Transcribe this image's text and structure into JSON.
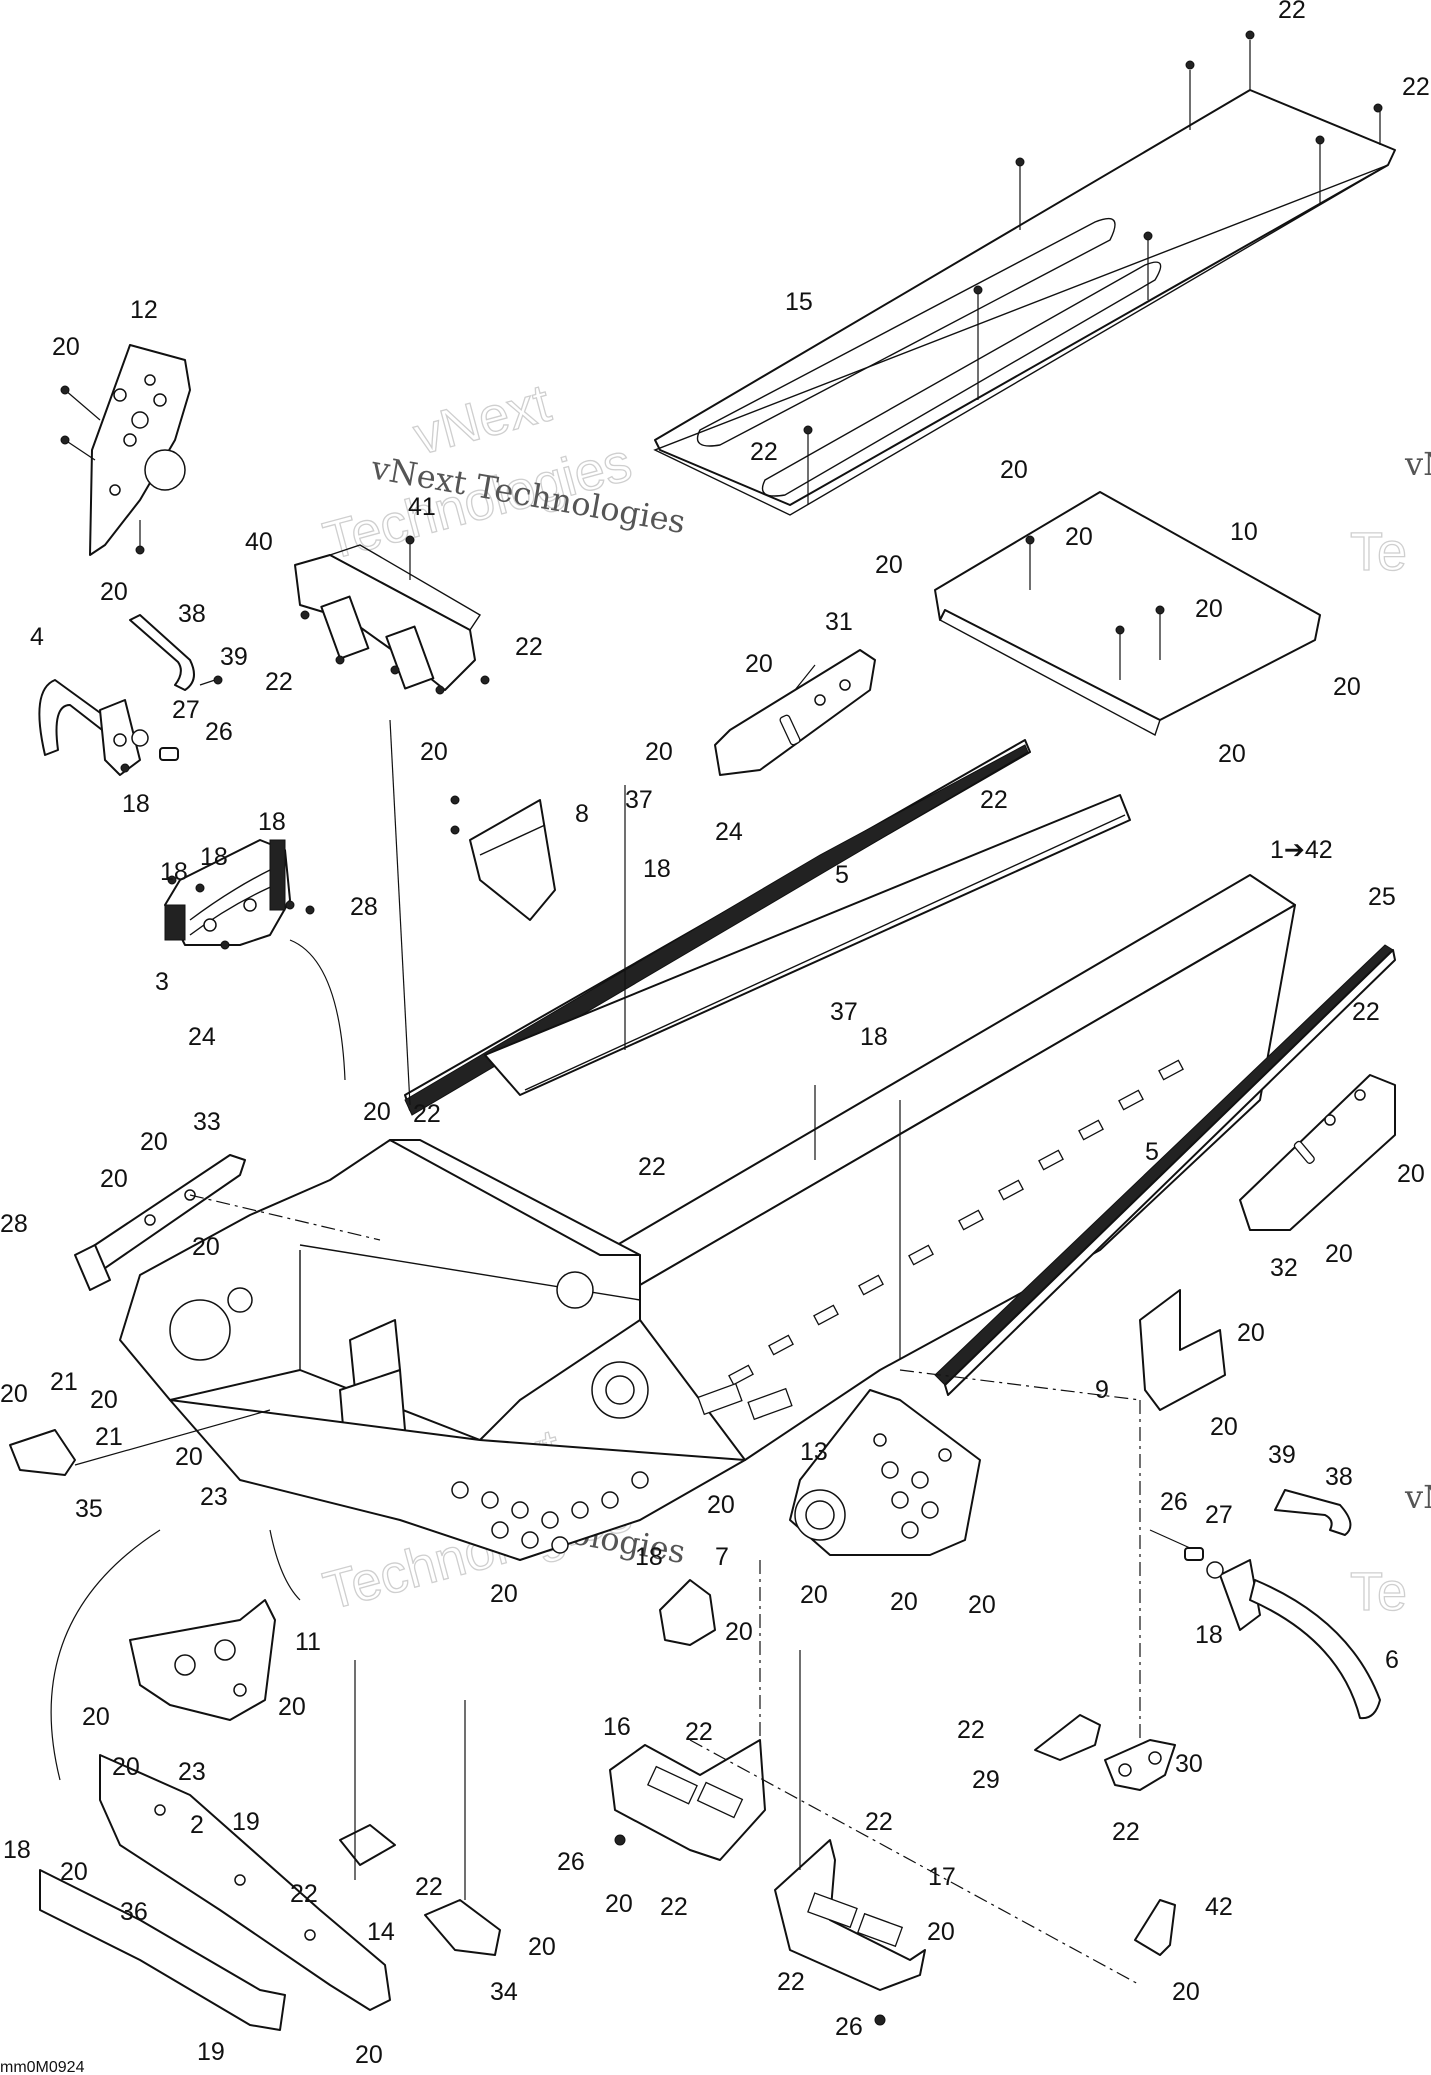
{
  "diagram": {
    "watermark_text": "vNext Technologies",
    "watermark_big_line1": "vNext",
    "watermark_big_line2": "Technologies",
    "watermark_edge_a": "vN",
    "watermark_edge_b": "Te",
    "drawing_code": "mm0M0924"
  },
  "callouts": [
    {
      "id": "c22a",
      "label": "22"
    },
    {
      "id": "c22b",
      "label": "22"
    },
    {
      "id": "c15",
      "label": "15"
    },
    {
      "id": "c22c",
      "label": "22"
    },
    {
      "id": "c12",
      "label": "12"
    },
    {
      "id": "c20a",
      "label": "20"
    },
    {
      "id": "c20b",
      "label": "20"
    },
    {
      "id": "c41",
      "label": "41"
    },
    {
      "id": "c40",
      "label": "40"
    },
    {
      "id": "c22d",
      "label": "22"
    },
    {
      "id": "c22e",
      "label": "22"
    },
    {
      "id": "c4",
      "label": "4"
    },
    {
      "id": "c38a",
      "label": "38"
    },
    {
      "id": "c39a",
      "label": "39"
    },
    {
      "id": "c27a",
      "label": "27"
    },
    {
      "id": "c26a",
      "label": "26"
    },
    {
      "id": "c18a",
      "label": "18"
    },
    {
      "id": "c20c",
      "label": "20"
    },
    {
      "id": "c20d",
      "label": "20"
    },
    {
      "id": "c10",
      "label": "10"
    },
    {
      "id": "c20e",
      "label": "20"
    },
    {
      "id": "c20f",
      "label": "20"
    },
    {
      "id": "c20g",
      "label": "20"
    },
    {
      "id": "c20h",
      "label": "20"
    },
    {
      "id": "c31",
      "label": "31"
    },
    {
      "id": "c20i",
      "label": "20"
    },
    {
      "id": "c20j",
      "label": "20"
    },
    {
      "id": "c20k",
      "label": "20"
    },
    {
      "id": "c8",
      "label": "8"
    },
    {
      "id": "c37a",
      "label": "37"
    },
    {
      "id": "c18b",
      "label": "18"
    },
    {
      "id": "c24a",
      "label": "24"
    },
    {
      "id": "c22f",
      "label": "22"
    },
    {
      "id": "c5a",
      "label": "5"
    },
    {
      "id": "c1",
      "label": "1➔42"
    },
    {
      "id": "c25",
      "label": "25"
    },
    {
      "id": "c18c",
      "label": "18"
    },
    {
      "id": "c18d",
      "label": "18"
    },
    {
      "id": "c18e",
      "label": "18"
    },
    {
      "id": "c28a",
      "label": "28"
    },
    {
      "id": "c3",
      "label": "3"
    },
    {
      "id": "c24b",
      "label": "24"
    },
    {
      "id": "c37b",
      "label": "37"
    },
    {
      "id": "c18f",
      "label": "18"
    },
    {
      "id": "c22g",
      "label": "22"
    },
    {
      "id": "c20l",
      "label": "20"
    },
    {
      "id": "c22h",
      "label": "22"
    },
    {
      "id": "c5b",
      "label": "5"
    },
    {
      "id": "c20m",
      "label": "20"
    },
    {
      "id": "c33",
      "label": "33"
    },
    {
      "id": "c20n",
      "label": "20"
    },
    {
      "id": "c22i",
      "label": "22"
    },
    {
      "id": "c20o",
      "label": "20"
    },
    {
      "id": "c28b",
      "label": "28"
    },
    {
      "id": "c20p",
      "label": "20"
    },
    {
      "id": "c32",
      "label": "32"
    },
    {
      "id": "c20q",
      "label": "20"
    },
    {
      "id": "c20r",
      "label": "20"
    },
    {
      "id": "c9",
      "label": "9"
    },
    {
      "id": "c20s",
      "label": "20"
    },
    {
      "id": "c20t",
      "label": "20"
    },
    {
      "id": "c21a",
      "label": "21"
    },
    {
      "id": "c20u",
      "label": "20"
    },
    {
      "id": "c21b",
      "label": "21"
    },
    {
      "id": "c35",
      "label": "35"
    },
    {
      "id": "c20v",
      "label": "20"
    },
    {
      "id": "c23a",
      "label": "23"
    },
    {
      "id": "c13",
      "label": "13"
    },
    {
      "id": "c39b",
      "label": "39"
    },
    {
      "id": "c38b",
      "label": "38"
    },
    {
      "id": "c26b",
      "label": "26"
    },
    {
      "id": "c27b",
      "label": "27"
    },
    {
      "id": "c20w",
      "label": "20"
    },
    {
      "id": "c18g",
      "label": "18"
    },
    {
      "id": "c7",
      "label": "7"
    },
    {
      "id": "c20x",
      "label": "20"
    },
    {
      "id": "c20y",
      "label": "20"
    },
    {
      "id": "c20z",
      "label": "20"
    },
    {
      "id": "c20aa",
      "label": "20"
    },
    {
      "id": "c20ab",
      "label": "20"
    },
    {
      "id": "c18h",
      "label": "18"
    },
    {
      "id": "c6",
      "label": "6"
    },
    {
      "id": "c11",
      "label": "11"
    },
    {
      "id": "c20ac",
      "label": "20"
    },
    {
      "id": "c20ad",
      "label": "20"
    },
    {
      "id": "c20ae",
      "label": "20"
    },
    {
      "id": "c23b",
      "label": "23"
    },
    {
      "id": "c16",
      "label": "16"
    },
    {
      "id": "c22j",
      "label": "22"
    },
    {
      "id": "c22k",
      "label": "22"
    },
    {
      "id": "c29",
      "label": "29"
    },
    {
      "id": "c30",
      "label": "30"
    },
    {
      "id": "c22l",
      "label": "22"
    },
    {
      "id": "c2",
      "label": "2"
    },
    {
      "id": "c19a",
      "label": "19"
    },
    {
      "id": "c18i",
      "label": "18"
    },
    {
      "id": "c20af",
      "label": "20"
    },
    {
      "id": "c22m",
      "label": "22"
    },
    {
      "id": "c22n",
      "label": "22"
    },
    {
      "id": "c14",
      "label": "14"
    },
    {
      "id": "c26c",
      "label": "26"
    },
    {
      "id": "c22o",
      "label": "22"
    },
    {
      "id": "c17",
      "label": "17"
    },
    {
      "id": "c20ag",
      "label": "20"
    },
    {
      "id": "c22p",
      "label": "22"
    },
    {
      "id": "c36",
      "label": "36"
    },
    {
      "id": "c20ah",
      "label": "20"
    },
    {
      "id": "c34",
      "label": "34"
    },
    {
      "id": "c20ai",
      "label": "20"
    },
    {
      "id": "c42",
      "label": "42"
    },
    {
      "id": "c22q",
      "label": "22"
    },
    {
      "id": "c20aj",
      "label": "20"
    },
    {
      "id": "c26d",
      "label": "26"
    },
    {
      "id": "c19b",
      "label": "19"
    },
    {
      "id": "c20ak",
      "label": "20"
    }
  ]
}
